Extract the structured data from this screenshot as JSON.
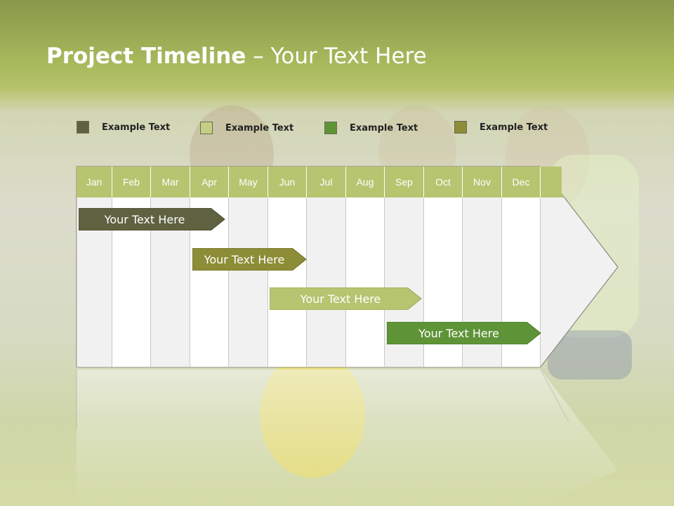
{
  "title": {
    "bold": "Project Timeline",
    "rest": " – Your Text Here"
  },
  "legend": [
    {
      "label": "Example Text",
      "color": "#5f6240"
    },
    {
      "label": "Example Text",
      "color": "#c3cf82"
    },
    {
      "label": "Example Text",
      "color": "#5e9437"
    },
    {
      "label": "Example Text",
      "color": "#8c8d36"
    }
  ],
  "months": [
    "Jan",
    "Feb",
    "Mar",
    "Apr",
    "May",
    "Jun",
    "Jul",
    "Aug",
    "Sep",
    "Oct",
    "Nov",
    "Dec"
  ],
  "tasks": [
    {
      "label": "Your  Text Here",
      "color": "#5f6240"
    },
    {
      "label": "Your  Text Here",
      "color": "#8c8d36"
    },
    {
      "label": "Your  Text Here",
      "color": "#b7c470"
    },
    {
      "label": "Your  Text Here",
      "color": "#5e9437"
    }
  ],
  "colors": {
    "header": "#b7c470",
    "stripe_light": "#f1f1f1",
    "stripe_white": "#ffffff"
  }
}
